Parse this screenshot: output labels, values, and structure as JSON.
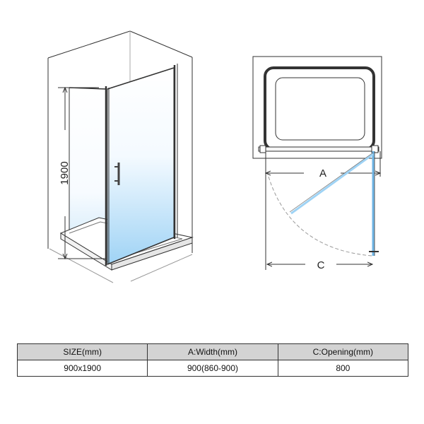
{
  "left_view": {
    "height_dimension": "1900"
  },
  "top_view": {
    "width_label": "A",
    "opening_label": "C"
  },
  "spec_table": {
    "headers": [
      "SIZE(mm)",
      "A:Width(mm)",
      "C:Opening(mm)"
    ],
    "row": [
      "900x1900",
      "900(860-900)",
      "800"
    ]
  },
  "colors": {
    "line": "#333333",
    "glass_top": "#ffffff",
    "glass_bottom": "#9fd3f5",
    "glass_edge": "#6fb6e6",
    "table_header": "#d3d3d3"
  }
}
